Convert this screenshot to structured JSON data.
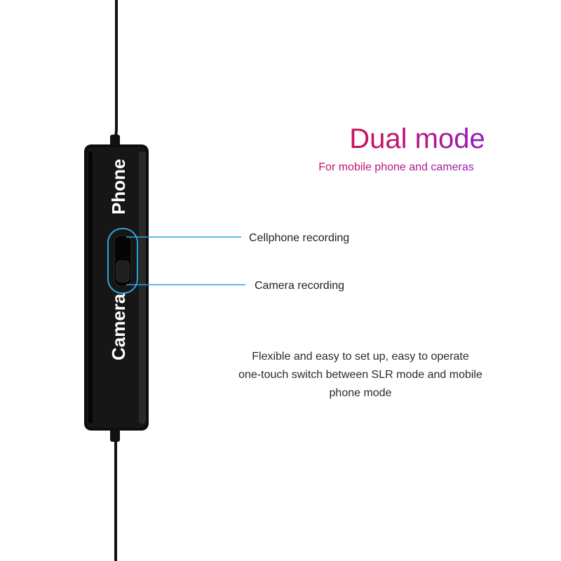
{
  "header": {
    "title": "Dual mode",
    "subtitle": "For mobile phone and cameras"
  },
  "device": {
    "phone_label": "Phone",
    "camera_label": "Camera"
  },
  "callouts": {
    "cellphone": "Cellphone recording",
    "camera": "Camera recording"
  },
  "description": {
    "lines": [
      "Flexible and easy to set up, easy to operate",
      "one-touch switch between SLR mode and mobile",
      "phone mode"
    ]
  },
  "colors": {
    "title_gradient_start": "#d6104a",
    "title_gradient_end": "#8a1fd4",
    "callout_line": "#2ea3dc",
    "device_body": "#111111"
  }
}
